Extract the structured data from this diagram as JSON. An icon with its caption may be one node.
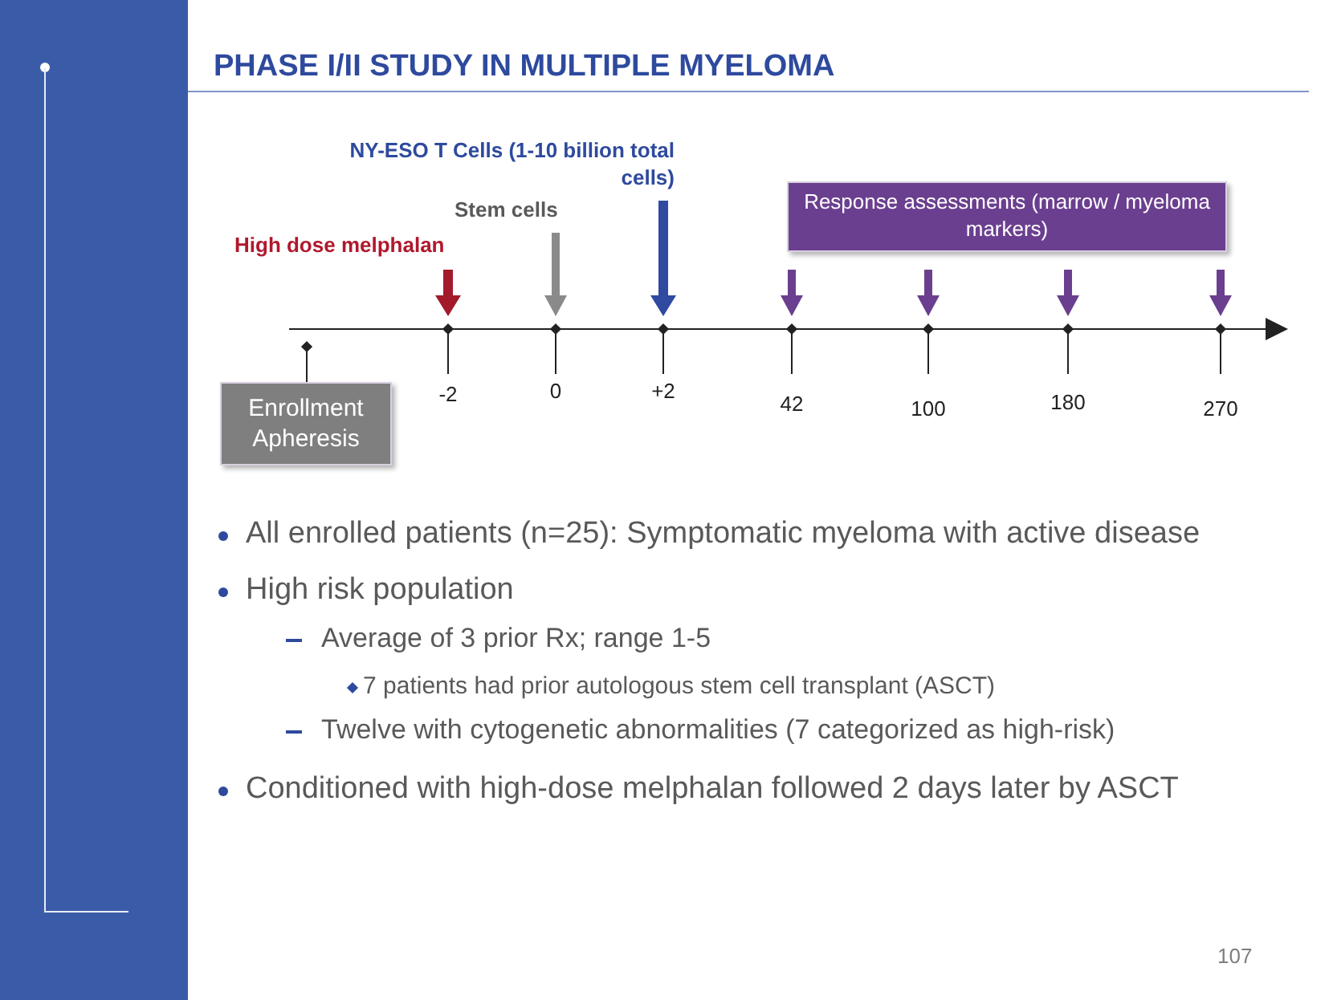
{
  "diagram": {
    "title": "PHASE I/II STUDY IN MULTIPLE MYELOMA",
    "nodes": [
      {
        "text": [
          "Response assessments (marrow / myeloma markers)"
        ]
      },
      {
        "text": [
          "Enrollment Apheresis"
        ]
      }
    ],
    "labels": [
      "NY-ESO T Cells (1-10 billion total cells)",
      "Stem cells",
      "High dose melphalan",
      "-2",
      "0",
      "+2",
      "42",
      "100",
      "180",
      "270",
      "All enrolled patients (n=25): Symptomatic myeloma with active disease",
      "High risk population",
      "Average of 3 prior Rx; range 1-5",
      "7 patients had prior autologous stem cell transplant (ASCT)",
      "Twelve with cytogenetic abnormalities (7 categorized as high-risk)",
      "Conditioned with high-dose melphalan followed 2 days later by ASCT",
      "107"
    ]
  }
}
